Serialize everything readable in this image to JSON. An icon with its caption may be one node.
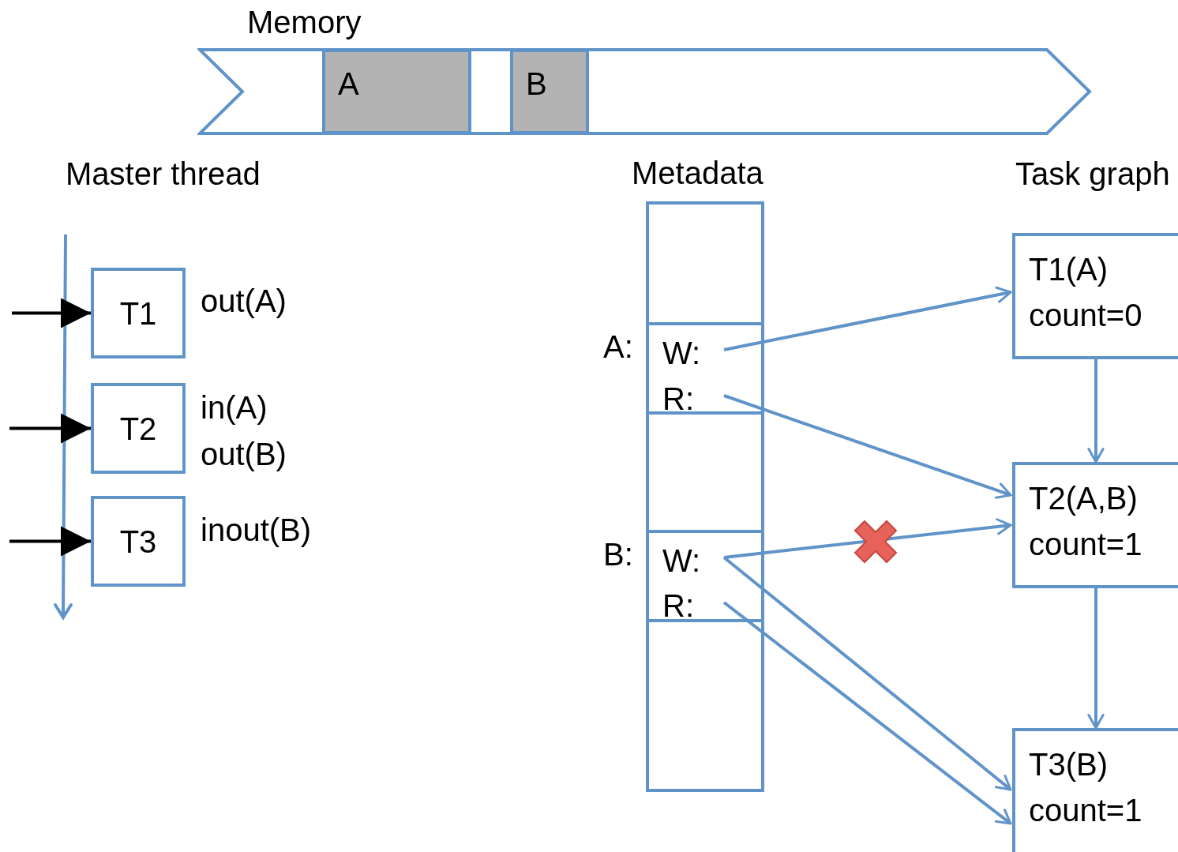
{
  "diagram": {
    "nodes": [
      {
        "text": [
          "Memory"
        ]
      },
      {
        "text": [
          "A"
        ],
        "in": 0
      },
      {
        "text": [
          "B"
        ],
        "in": 0
      },
      {
        "text": [
          "T1"
        ],
        "beside": [
          "out(A)"
        ]
      },
      {
        "text": [
          "T2"
        ],
        "beside": [
          "in(A)",
          "out(B)"
        ]
      },
      {
        "text": [
          "T3"
        ],
        "beside": [
          "inout(B)"
        ]
      },
      {
        "text": [
          "Metadata"
        ]
      },
      {
        "text": [],
        "shape": "box",
        "in": 6,
        "beside": [
          "A:"
        ]
      },
      {
        "text": [
          "W:"
        ],
        "in": 7
      },
      {
        "text": [
          "R:"
        ],
        "in": 7
      },
      {
        "text": [],
        "shape": "box",
        "in": 6,
        "beside": [
          "B:"
        ]
      },
      {
        "text": [
          "W:"
        ],
        "in": 10
      },
      {
        "text": [
          "R:"
        ],
        "in": 10
      },
      {
        "text": [
          "T1(A)",
          "count=0"
        ]
      },
      {
        "text": [
          "T2(A,B)",
          "count=1"
        ]
      },
      {
        "text": [
          "T3(B)",
          "count=1"
        ]
      }
    ],
    "edges": [
      {
        "from": null,
        "to": 3,
        "arrow": "to",
        "color": "#000000"
      },
      {
        "from": null,
        "to": 4,
        "arrow": "to",
        "color": "#000000"
      },
      {
        "from": null,
        "to": 5,
        "arrow": "to",
        "color": "#000000"
      },
      {
        "from": 8,
        "to": 13,
        "arrow": "to"
      },
      {
        "from": 9,
        "to": 14,
        "arrow": "to"
      },
      {
        "from": 11,
        "to": 14,
        "arrow": "to"
      },
      {
        "from": 11,
        "to": 15,
        "arrow": "to"
      },
      {
        "from": 12,
        "to": 15,
        "arrow": "to"
      },
      {
        "from": 13,
        "to": 14,
        "arrow": "to"
      },
      {
        "from": 14,
        "to": 15,
        "arrow": "to"
      }
    ],
    "labels": [
      "Master thread",
      "Task graph"
    ]
  }
}
